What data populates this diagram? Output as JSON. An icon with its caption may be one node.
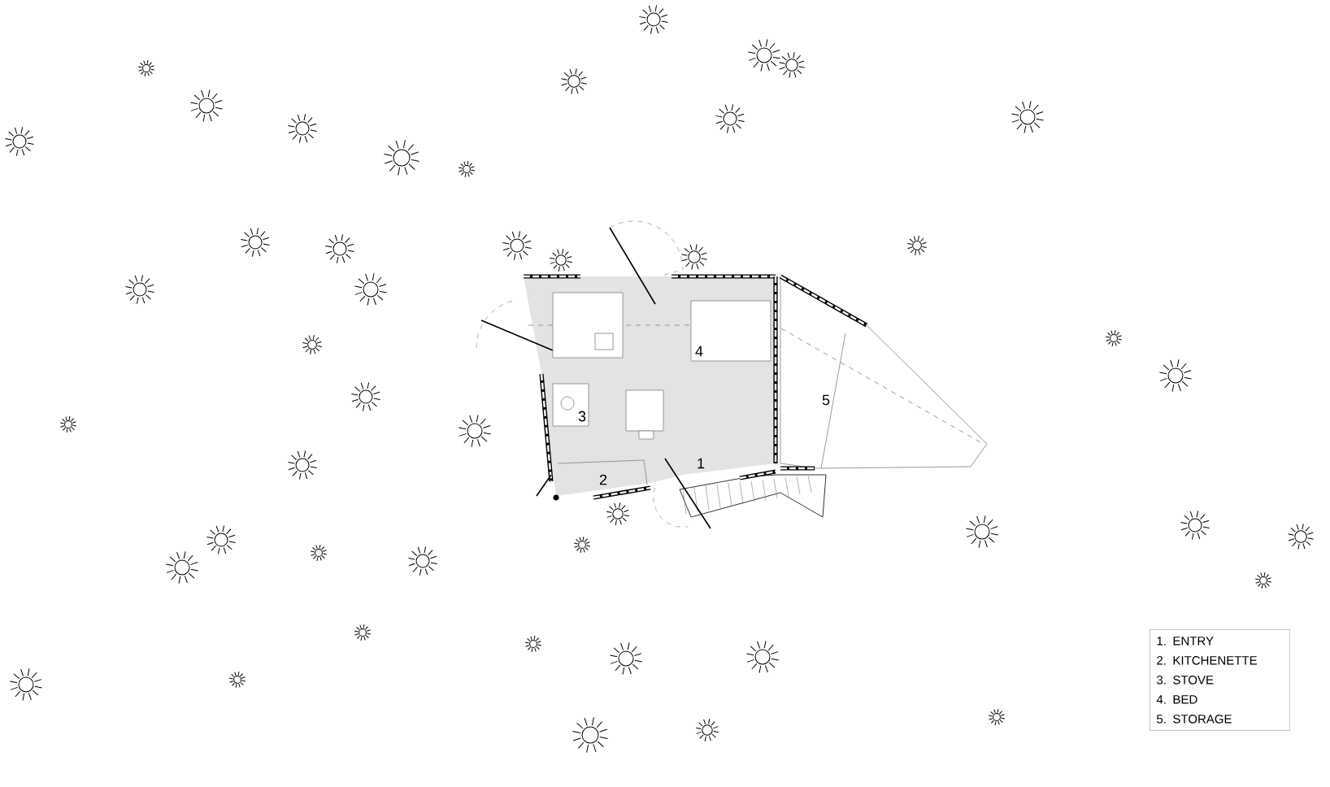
{
  "diagram": {
    "nodes": [
      {
        "text": [
          "1. ENTRY",
          "2. KITCHENETTE",
          "3. STOVE",
          "4. BED",
          "5. STORAGE"
        ]
      }
    ],
    "edges": [],
    "labels": [
      "4",
      "5",
      "3",
      "1",
      "2"
    ]
  }
}
